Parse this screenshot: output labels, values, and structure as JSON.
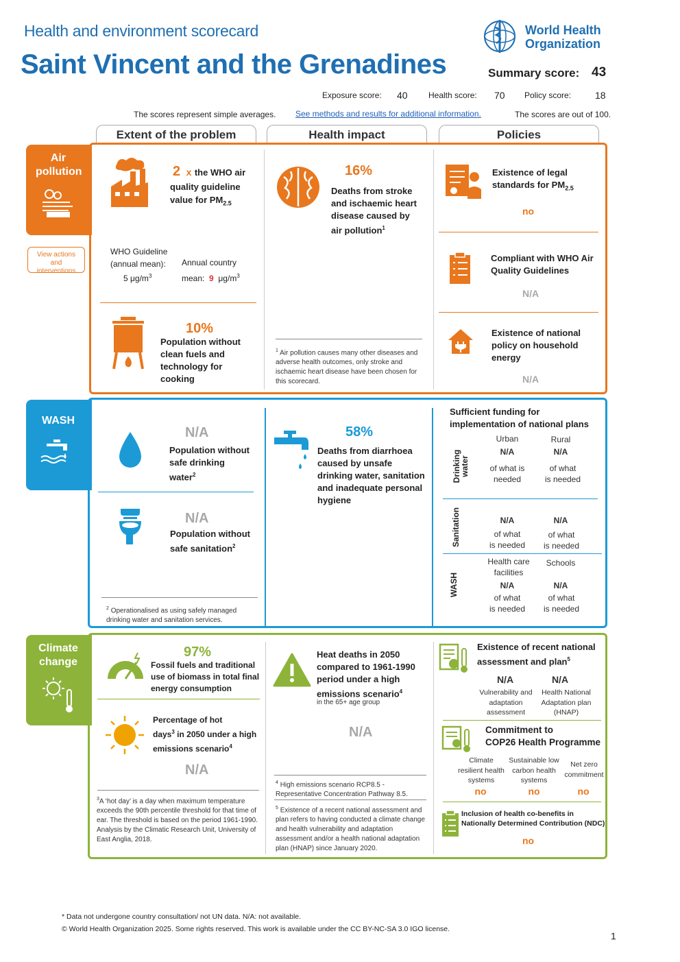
{
  "header": {
    "kicker": "Health and environment scorecard",
    "country": "Saint Vincent and the Grenadines",
    "who_name_line1": "World Health",
    "who_name_line2": "Organization",
    "summary_label": "Summary score:",
    "summary_value": "43",
    "exposure_label": "Exposure score:",
    "exposure_value": "40",
    "health_label": "Health score:",
    "health_value": "70",
    "policy_label": "Policy score:",
    "policy_value": "18",
    "note_left": "The scores represent simple averages.",
    "link": "See methods and results for additional information.",
    "note_right": "The scores are out of 100."
  },
  "columns": {
    "extent": "Extent of the problem",
    "impact": "Health impact",
    "policies": "Policies"
  },
  "air": {
    "side_label": "Air pollution",
    "view_actions": "View actions and interventions",
    "pm_mult": "2",
    "pm_x": "x",
    "pm_text1": "the WHO air",
    "pm_text2": "quality guideline",
    "pm_text3": "value for PM",
    "pm_sub": "2.5",
    "guideline_l1": "WHO Guideline",
    "guideline_l2": "(annual mean):",
    "guideline_l3": "5 μg/m",
    "guideline_sup": "3",
    "annual_l1": "Annual country",
    "annual_l2": "mean:",
    "annual_value": "9",
    "annual_unit": "μg/m",
    "annual_sup": "3",
    "fuel_pct": "10%",
    "fuel_l1": "Population without",
    "fuel_l2": "clean fuels and",
    "fuel_l3": "technology for",
    "fuel_l4": "cooking",
    "deaths_pct": "16%",
    "deaths_l1": "Deaths from stroke",
    "deaths_l2": "and ischaemic heart",
    "deaths_l3": "disease caused by",
    "deaths_l4": "air pollution",
    "deaths_sup": "1",
    "fn_sup": "1",
    "fn_text": "Air pollution causes many other diseases and adverse health outcomes, only stroke and ischaemic heart disease have been chosen for this scorecard.",
    "pol1_l1": "Existence of legal",
    "pol1_l2": "standards for PM",
    "pol1_sub": "2.5",
    "pol1_val": "no",
    "pol2_l1": "Compliant with WHO Air",
    "pol2_l2": "Quality Guidelines",
    "pol2_val": "N/A",
    "pol3_l1": "Existence of national",
    "pol3_l2": "policy on household",
    "pol3_l3": "energy",
    "pol3_val": "N/A"
  },
  "wash": {
    "side_label": "WASH",
    "water_val": "N/A",
    "water_l1": "Population without",
    "water_l2": "safe drinking",
    "water_l3": "water",
    "water_sup": "2",
    "san_val": "N/A",
    "san_l1": "Population without",
    "san_l2": "safe sanitation",
    "san_sup": "2",
    "fn_sup": "2",
    "fn_text": "Operationalised as using safely managed drinking water and sanitation services.",
    "deaths_pct": "58%",
    "deaths_l1": "Deaths from diarrhoea",
    "deaths_l2": "caused by unsafe",
    "deaths_l3": "drinking water, sanitation",
    "deaths_l4": "and inadequate personal",
    "deaths_l5": "hygiene",
    "fund_l1": "Sufficient funding for",
    "fund_l2": "implementation of national plans",
    "urban": "Urban",
    "rural": "Rural",
    "drinking_label": "Drinking water",
    "sanitation_label": "Sanitation",
    "wash_label": "WASH",
    "na": "N/A",
    "of_what_1": "of what is",
    "needed_1": "needed",
    "of_what_2": "of what",
    "needed_2": "is needed",
    "hcf_l1": "Health care",
    "hcf_l2": "facilities",
    "schools": "Schools"
  },
  "climate": {
    "side_label": "Climate change",
    "fossil_pct": "97%",
    "fossil_l1": "Fossil fuels and traditional",
    "fossil_l2": "use of biomass in total final",
    "fossil_l3": "energy consumption",
    "hot_l1": "Percentage of hot",
    "hot_l2a": "days",
    "hot_sup": "3",
    "hot_l2b": " in 2050 under a high",
    "hot_l3": "emissions scenario",
    "hot_sup2": "4",
    "hot_val": "N/A",
    "fn3_sup": "3",
    "fn3_text": "A ‘hot day’ is a day when maximum temperature exceeds the 90th percentile threshold for that time of ear. The threshold is based on the period 1961-1990.",
    "fn3_text2": "Analysis by the Climatic Research Unit, University of East Anglia, 2018.",
    "heat_l1": "Heat deaths in 2050",
    "heat_l2": "compared to 1961-1990",
    "heat_l3": "period under a high",
    "heat_l4": "emissions scenario",
    "heat_sup": "4",
    "heat_sub": "in the 65+ age group",
    "heat_val": "N/A",
    "fn4_sup": "4",
    "fn4_text": "High emissions scenario RCP8.5 - Representative Concentration Pathway 8.5.",
    "fn5_sup": "5",
    "fn5_text": "Existence of a recent national assessment and plan refers to having conducted a climate change and health vulnerability and adaptation assessment and/or a health national adaptation plan (HNAP) since January 2020.",
    "assess_l1": "Existence of recent national",
    "assess_l2": "assessment and plan",
    "assess_sup": "5",
    "vuln_val": "N/A",
    "vuln_l1": "Vulnerability and",
    "vuln_l2": "adaptation",
    "vuln_l3": "assessment",
    "hnap_val": "N/A",
    "hnap_l1": "Health National",
    "hnap_l2": "Adaptation plan",
    "hnap_l3": "(HNAP)",
    "cop_l1": "Commitment to",
    "cop_l2": "COP26 Health Programme",
    "cr_l1": "Climate",
    "cr_l2": "resilient health",
    "cr_l3": "systems",
    "cr_val": "no",
    "slc_l1": "Sustainable low",
    "slc_l2": "carbon health",
    "slc_l3": "systems",
    "slc_val": "no",
    "nz_l1": "Net zero",
    "nz_l2": "commitment",
    "nz_val": "no",
    "ndc_l1": "Inclusion of health co-benefits in",
    "ndc_l2": "Nationally Determined Contribution (NDC)",
    "ndc_val": "no"
  },
  "footer": {
    "line1": "* Data not undergone country consultation/ not UN data. N/A: not available.",
    "line2": "© World Health Organization  2025. Some rights reserved. This work is available under the CC BY-NC-SA 3.0 IGO license.",
    "page": "1"
  },
  "colors": {
    "orange": "#e8771e",
    "blue": "#1b9ad6",
    "green": "#8db33a",
    "title_blue": "#1f6fb2"
  }
}
